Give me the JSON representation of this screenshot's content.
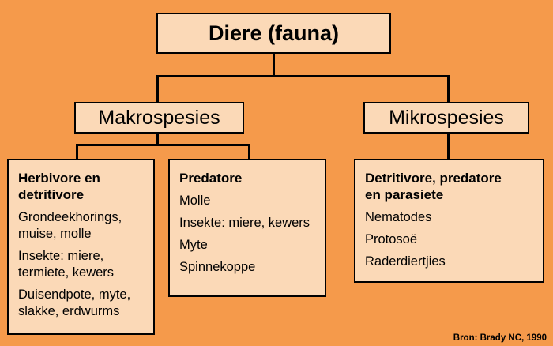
{
  "root": {
    "label": "Diere (fauna)"
  },
  "makro": {
    "label": "Makrospesies"
  },
  "mikro": {
    "label": "Mikrospesies"
  },
  "herbivores": {
    "heading": "Herbivore en\ndetritivore",
    "items": [
      "Grondeekhorings,\nmuise, molle",
      "Insekte: miere,\ntermiete, kewers",
      "Duisendpote, myte,\nslakke, erdwurms"
    ]
  },
  "predators": {
    "heading": "Predatore",
    "items": [
      "Molle",
      "Insekte: miere, kewers",
      "Myte",
      "Spinnekoppe"
    ]
  },
  "detritivores": {
    "heading": "Detritivore, predatore\nen parasiete",
    "items": [
      "Nematodes",
      "Protosoë",
      "Raderdiertjies"
    ]
  },
  "source": "Bron: Brady NC, 1990",
  "colors": {
    "background": "#f59a4b",
    "box_fill": "#fbd9b7",
    "line": "#000000"
  }
}
